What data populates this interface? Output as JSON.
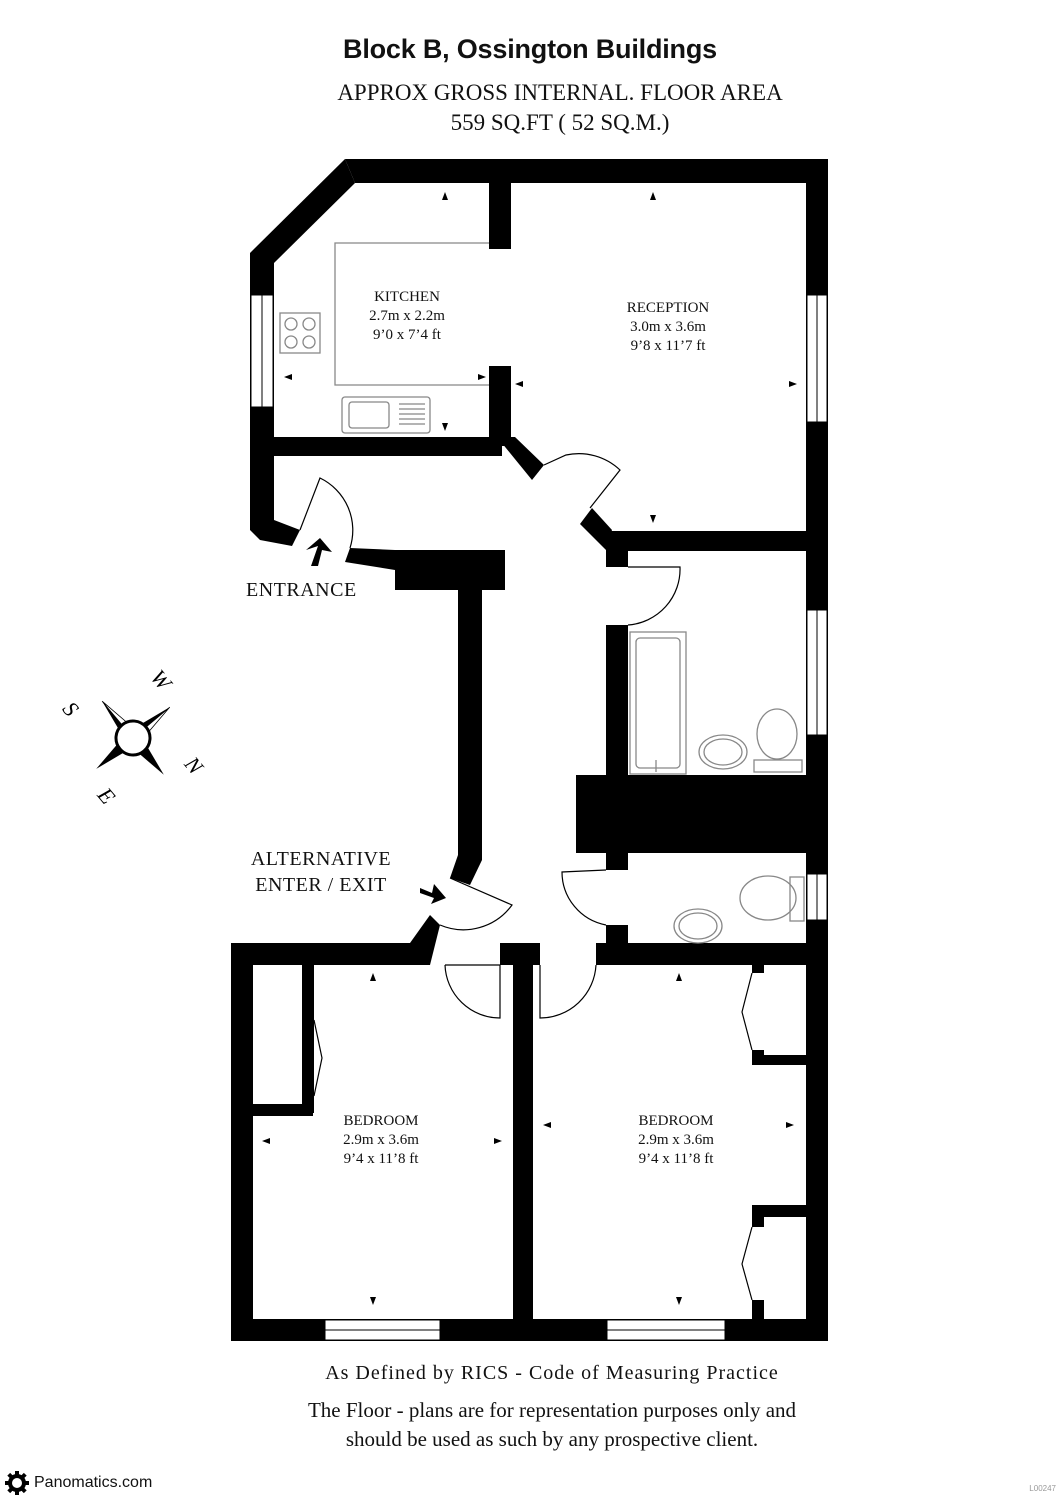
{
  "header": {
    "title": "Block B, Ossington Buildings",
    "area_line": "APPROX GROSS INTERNAL. FLOOR AREA",
    "area_value": "559 SQ.FT ( 52 SQ.M.)"
  },
  "rooms": {
    "kitchen": {
      "name": "KITCHEN",
      "metric": "2.7m x 2.2m",
      "imperial": "9’0 x 7’4 ft"
    },
    "reception": {
      "name": "RECEPTION",
      "metric": "3.0m x 3.6m",
      "imperial": "9’8 x 11’7 ft"
    },
    "bedroom_left": {
      "name": "BEDROOM",
      "metric": "2.9m x 3.6m",
      "imperial": "9’4 x 11’8 ft"
    },
    "bedroom_right": {
      "name": "BEDROOM",
      "metric": "2.9m x 3.6m",
      "imperial": "9’4 x 11’8 ft"
    }
  },
  "labels": {
    "entrance": "ENTRANCE",
    "alt_line1": "ALTERNATIVE",
    "alt_line2": "ENTER / EXIT"
  },
  "compass": {
    "n": "N",
    "s": "S",
    "e": "E",
    "w": "W"
  },
  "footer": {
    "rics": "As Defined by RICS - Code of Measuring Practice",
    "disclaimer_line1": "The Floor - plans are for representation purposes only and",
    "disclaimer_line2": "should be used as such by any prospective client."
  },
  "brand": {
    "name": "Panomatics.com",
    "code": "L00247"
  },
  "colors": {
    "wall": "#000000",
    "fixture": "#888888",
    "background": "#ffffff"
  },
  "icons": [
    "gear-icon",
    "compass-icon",
    "arrow-icon",
    "hob-icon",
    "sink-icon",
    "bath-icon",
    "toilet-icon",
    "basin-icon"
  ]
}
